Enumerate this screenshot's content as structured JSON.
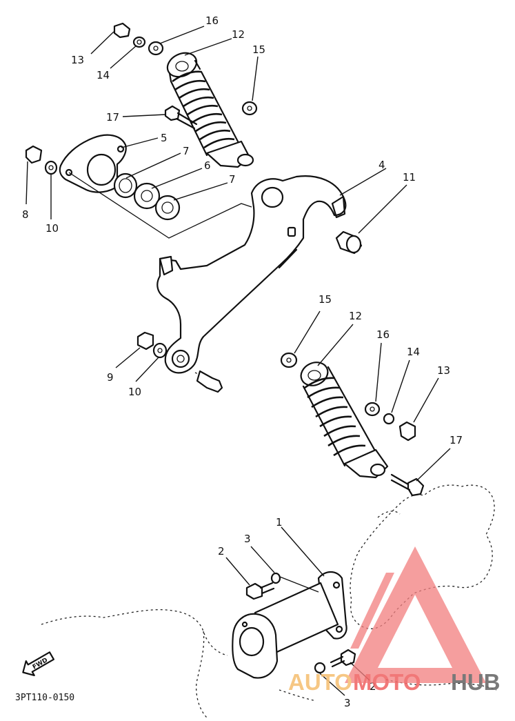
{
  "diagram": {
    "drawing_code": "3PT110-0150",
    "direction_marker": "FWD",
    "callouts": [
      {
        "id": "c16a",
        "label": "16"
      },
      {
        "id": "c12a",
        "label": "12"
      },
      {
        "id": "c13a",
        "label": "13"
      },
      {
        "id": "c14a",
        "label": "14"
      },
      {
        "id": "c15a",
        "label": "15"
      },
      {
        "id": "c17a",
        "label": "17"
      },
      {
        "id": "c5",
        "label": "5"
      },
      {
        "id": "c7a",
        "label": "7"
      },
      {
        "id": "c6",
        "label": "6"
      },
      {
        "id": "c7b",
        "label": "7"
      },
      {
        "id": "c4",
        "label": "4"
      },
      {
        "id": "c11",
        "label": "11"
      },
      {
        "id": "c8",
        "label": "8"
      },
      {
        "id": "c10a",
        "label": "10"
      },
      {
        "id": "c15b",
        "label": "15"
      },
      {
        "id": "c12b",
        "label": "12"
      },
      {
        "id": "c16b",
        "label": "16"
      },
      {
        "id": "c14b",
        "label": "14"
      },
      {
        "id": "c13b",
        "label": "13"
      },
      {
        "id": "c9",
        "label": "9"
      },
      {
        "id": "c10b",
        "label": "10"
      },
      {
        "id": "c17b",
        "label": "17"
      },
      {
        "id": "c1",
        "label": "1"
      },
      {
        "id": "c3a",
        "label": "3"
      },
      {
        "id": "c2a",
        "label": "2"
      },
      {
        "id": "c2b",
        "label": "2"
      },
      {
        "id": "c3b",
        "label": "3"
      }
    ]
  },
  "watermark": {
    "part1": "AUTO",
    "part2": "MOTO",
    "part3": "HUB",
    "colors": {
      "auto": "#f6c177",
      "moto": "#f06a6a",
      "hub": "#6b6b6b",
      "triangle": "#f28080"
    }
  }
}
